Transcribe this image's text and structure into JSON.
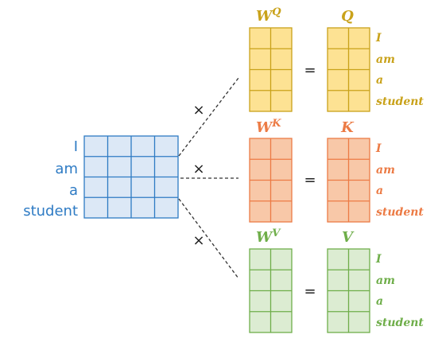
{
  "input": {
    "words": [
      "I",
      "am",
      "a",
      "student"
    ],
    "rows": 4,
    "cols": 4,
    "color": "#2e7bc4",
    "fill": "#dce8f6"
  },
  "operators": {
    "multiply": "×",
    "equals": "="
  },
  "groups": [
    {
      "weight_base": "W",
      "weight_sup": "Q",
      "result": "Q",
      "words": [
        "I",
        "am",
        "a",
        "student"
      ],
      "color": "#c9a21a",
      "fill": "#fde293"
    },
    {
      "weight_base": "W",
      "weight_sup": "K",
      "result": "K",
      "words": [
        "I",
        "am",
        "a",
        "student"
      ],
      "color": "#ec7b45",
      "fill": "#f8c8a8"
    },
    {
      "weight_base": "W",
      "weight_sup": "V",
      "result": "V",
      "words": [
        "I",
        "am",
        "a",
        "student"
      ],
      "color": "#6fae4a",
      "fill": "#dcecd2"
    }
  ]
}
